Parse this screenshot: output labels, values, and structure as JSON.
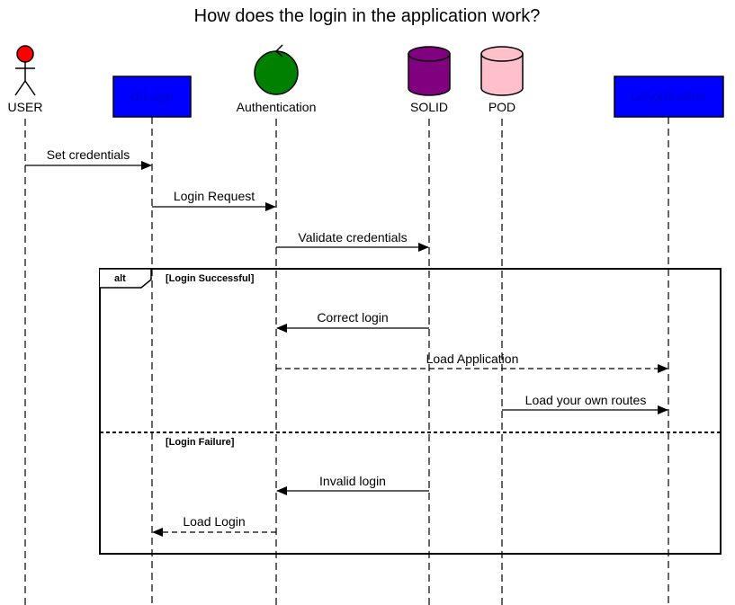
{
  "title": "How does the login in the application work?",
  "participants": {
    "user": {
      "label": "USER",
      "type": "actor",
      "color": "#ff0000"
    },
    "uilogin": {
      "label": "UILogin",
      "type": "boundary-box",
      "color": "#0000ff",
      "text_color": "#0000cc"
    },
    "authentication": {
      "label": "Authentication",
      "type": "control",
      "color": "#008000"
    },
    "solid": {
      "label": "SOLID",
      "type": "database",
      "color": "#800080"
    },
    "pod": {
      "label": "POD",
      "type": "database",
      "color": "#ffc0cb"
    },
    "uiapplication": {
      "label": "UIApplication",
      "type": "boundary-box",
      "color": "#0000ff",
      "text_color": "#0000cc"
    }
  },
  "messages": [
    {
      "label": "Set credentials",
      "from": "USER",
      "to": "UILogin",
      "style": "solid"
    },
    {
      "label": "Login Request",
      "from": "UILogin",
      "to": "Authentication",
      "style": "solid"
    },
    {
      "label": "Validate credentials",
      "from": "Authentication",
      "to": "SOLID",
      "style": "solid"
    },
    {
      "label": "Correct login",
      "from": "SOLID",
      "to": "Authentication",
      "style": "solid"
    },
    {
      "label": "Load Application",
      "from": "Authentication",
      "to": "UIApplication",
      "style": "dashed"
    },
    {
      "label": "Load your own routes",
      "from": "POD",
      "to": "UIApplication",
      "style": "solid"
    },
    {
      "label": "Invalid login",
      "from": "SOLID",
      "to": "Authentication",
      "style": "solid"
    },
    {
      "label": "Load Login",
      "from": "Authentication",
      "to": "UILogin",
      "style": "dashed"
    }
  ],
  "fragment": {
    "operator": "alt",
    "guard_success": "[Login Successful]",
    "guard_failure": "[Login Failure]"
  }
}
